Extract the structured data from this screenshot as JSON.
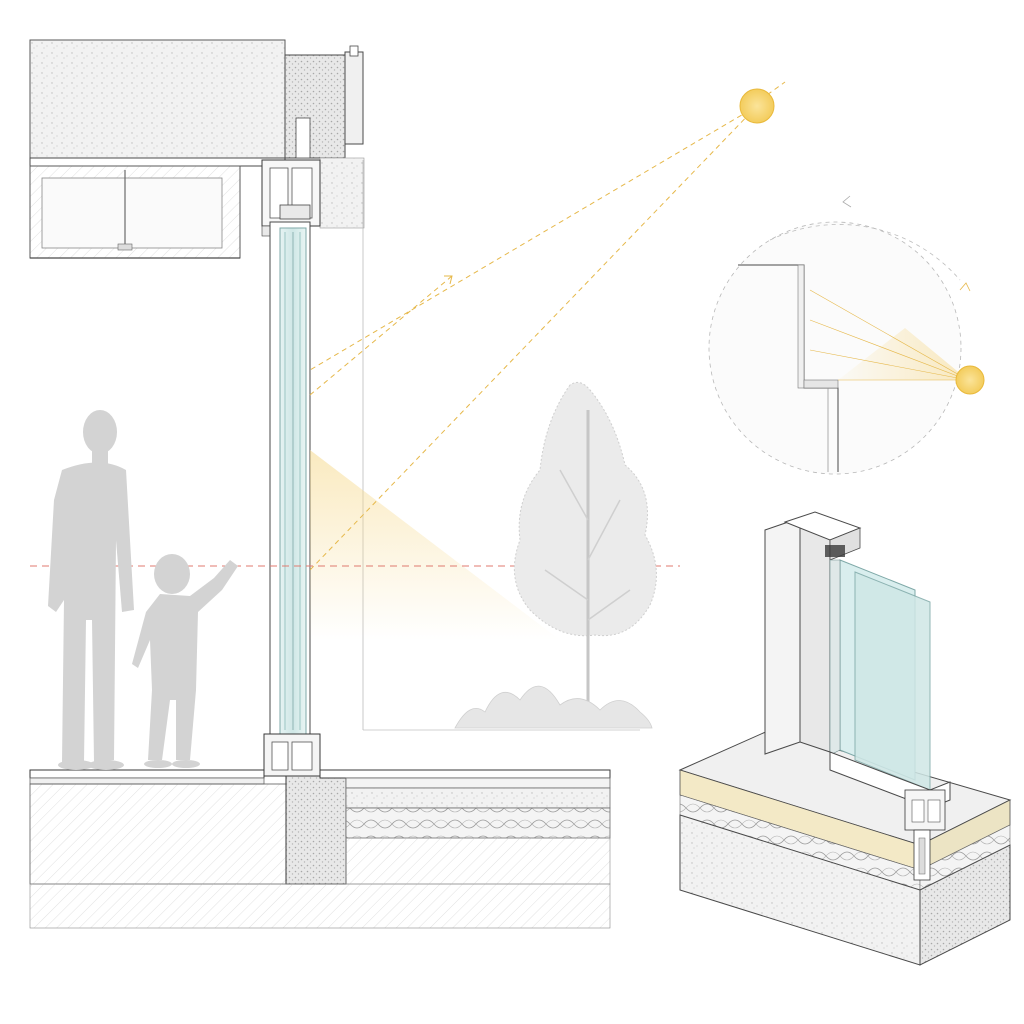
{
  "diagram": {
    "kind": "architectural-section-sketch",
    "colors": {
      "sun": "#f7d56b",
      "sun_stroke": "#e9b93a",
      "sun_ray": "#e6b84a",
      "sunlight_wedge": "#f6d98c",
      "eye_level_line": "#e07a6f",
      "glass": "#cfe7e6",
      "glass_edge": "#7fa9a8",
      "silhouette": "#d3d3d3",
      "tree": "#d8d8d8",
      "concrete": "#efefef",
      "insulation": "#f3e9c6"
    },
    "icons": {
      "sun": "sun-icon",
      "adult": "adult-figure-icon",
      "child": "child-figure-icon",
      "tree": "tree-icon"
    },
    "views": [
      "section",
      "sun-angle-detail",
      "isometric-corner-detail"
    ]
  }
}
